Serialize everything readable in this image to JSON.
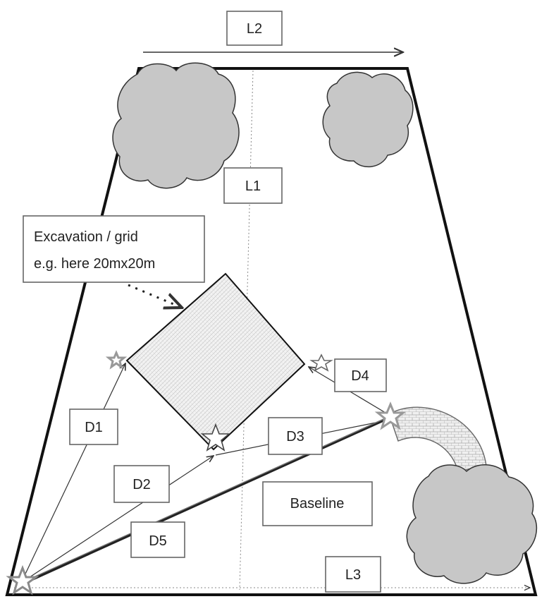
{
  "labels": {
    "l1": "L1",
    "l2": "L2",
    "l3": "L3",
    "d1": "D1",
    "d2": "D2",
    "d3": "D3",
    "d4": "D4",
    "d5": "D5",
    "baseline": "Baseline"
  },
  "callout": {
    "line1": "Excavation / grid",
    "line2": "e.g. here 20mx20m"
  },
  "colors": {
    "outline": "#111111",
    "tree_fill": "#c7c7c7",
    "tree_stroke": "#333333",
    "grid_fill": "#f1f1f1",
    "box_stroke": "#666666",
    "star_stroke": "#8a8a8a"
  },
  "icons": [
    "tree-icon",
    "star-marker-icon"
  ]
}
